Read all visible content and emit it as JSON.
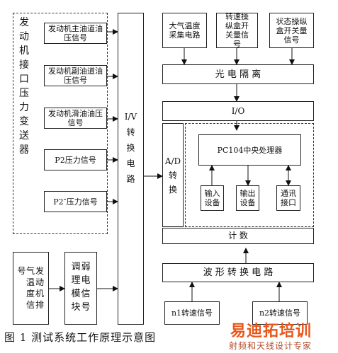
{
  "sensor_group_label": "发动机接口压力变送器",
  "sensors": [
    "发动机主油道油压信号",
    "发动机副油道油压信号",
    "发动机滑油油压信号",
    "P2压力信号",
    "P2″压力信号"
  ],
  "exhaust_temp_signal": "发动机排气温度信号",
  "weak_signal_module": "弱电信号调理模块",
  "iv_circuit": "I/V转换电路",
  "top_inputs": [
    "大气温度采集电路",
    "转速操纵盒开关量信号",
    "状态操纵盒开关量信号"
  ],
  "optical_isolation": "光 电 隔 离",
  "io_label": "I/O",
  "ad_label": "A/D转换",
  "cpu_label": "PC104中央处理器",
  "input_device": "输入设备",
  "output_device": "输出设备",
  "comm_interface": "通讯接口",
  "counter_label": "计 数",
  "waveform_circuit": "波 形 转 换 电 路",
  "speed_signals": [
    "n1转速信号",
    "n2转速信号"
  ],
  "caption": "图 1  测试系统工作原理示意图",
  "watermark": {
    "main": "易迪拓培训",
    "sub": "射频和天线设计专家",
    "color": "#e8561a"
  }
}
